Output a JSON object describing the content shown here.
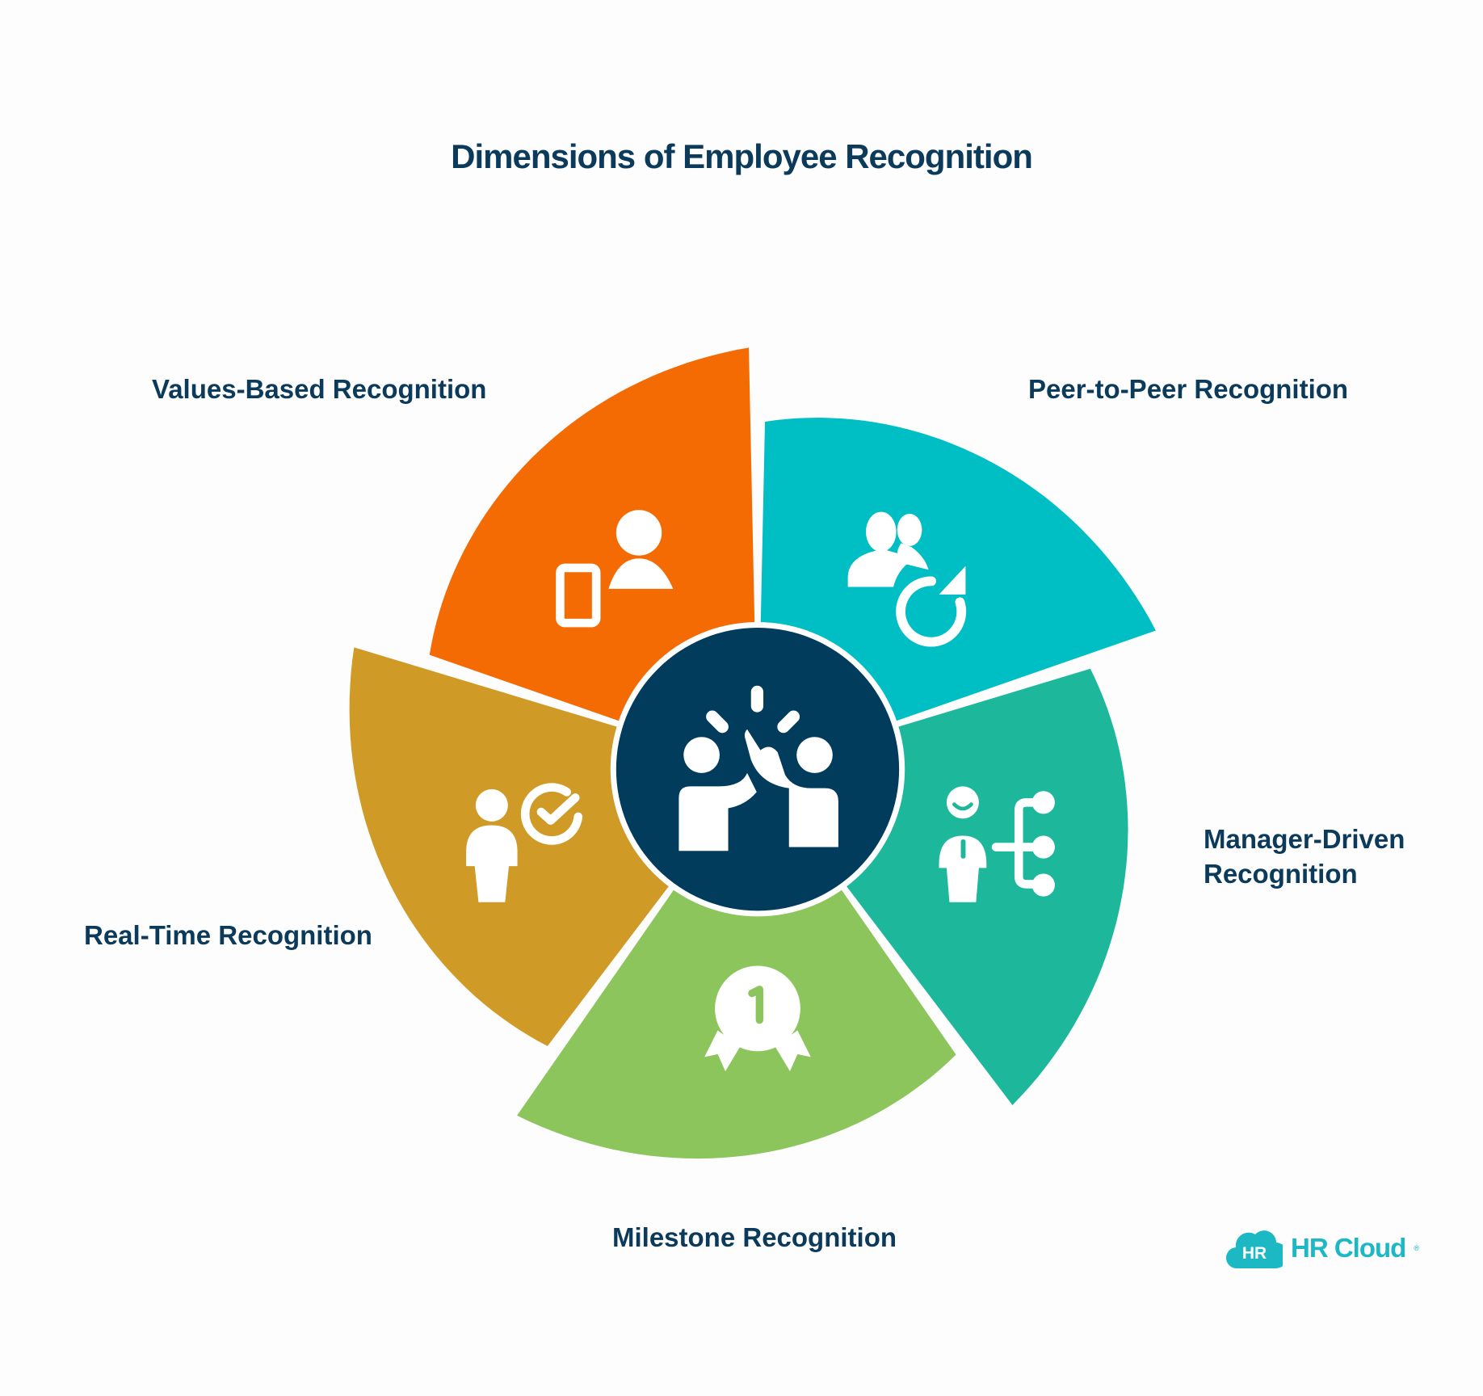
{
  "title": "Dimensions of Employee Recognition",
  "center": {
    "icon": "high-five-icon",
    "color": "#023c5c"
  },
  "segments": [
    {
      "label": "Peer-to-Peer Recognition",
      "icon": "peer-refresh-icon",
      "color": "#00bfc4"
    },
    {
      "label": "Manager-Driven Recognition",
      "label_lines": [
        "Manager-Driven",
        "Recognition"
      ],
      "icon": "manager-hierarchy-icon",
      "color": "#1db89c"
    },
    {
      "label": "Milestone Recognition",
      "icon": "medal-first-place-icon",
      "color": "#8cc55c"
    },
    {
      "label": "Real-Time Recognition",
      "icon": "person-check-icon",
      "color": "#cf9a26"
    },
    {
      "label": "Values-Based Recognition",
      "icon": "person-device-icon",
      "color": "#f46b03"
    }
  ],
  "text_color": "#0b3a5b",
  "brand": {
    "logo_mark": "HR",
    "name": "HR Cloud",
    "registered": "®",
    "color": "#1cb8c3"
  }
}
